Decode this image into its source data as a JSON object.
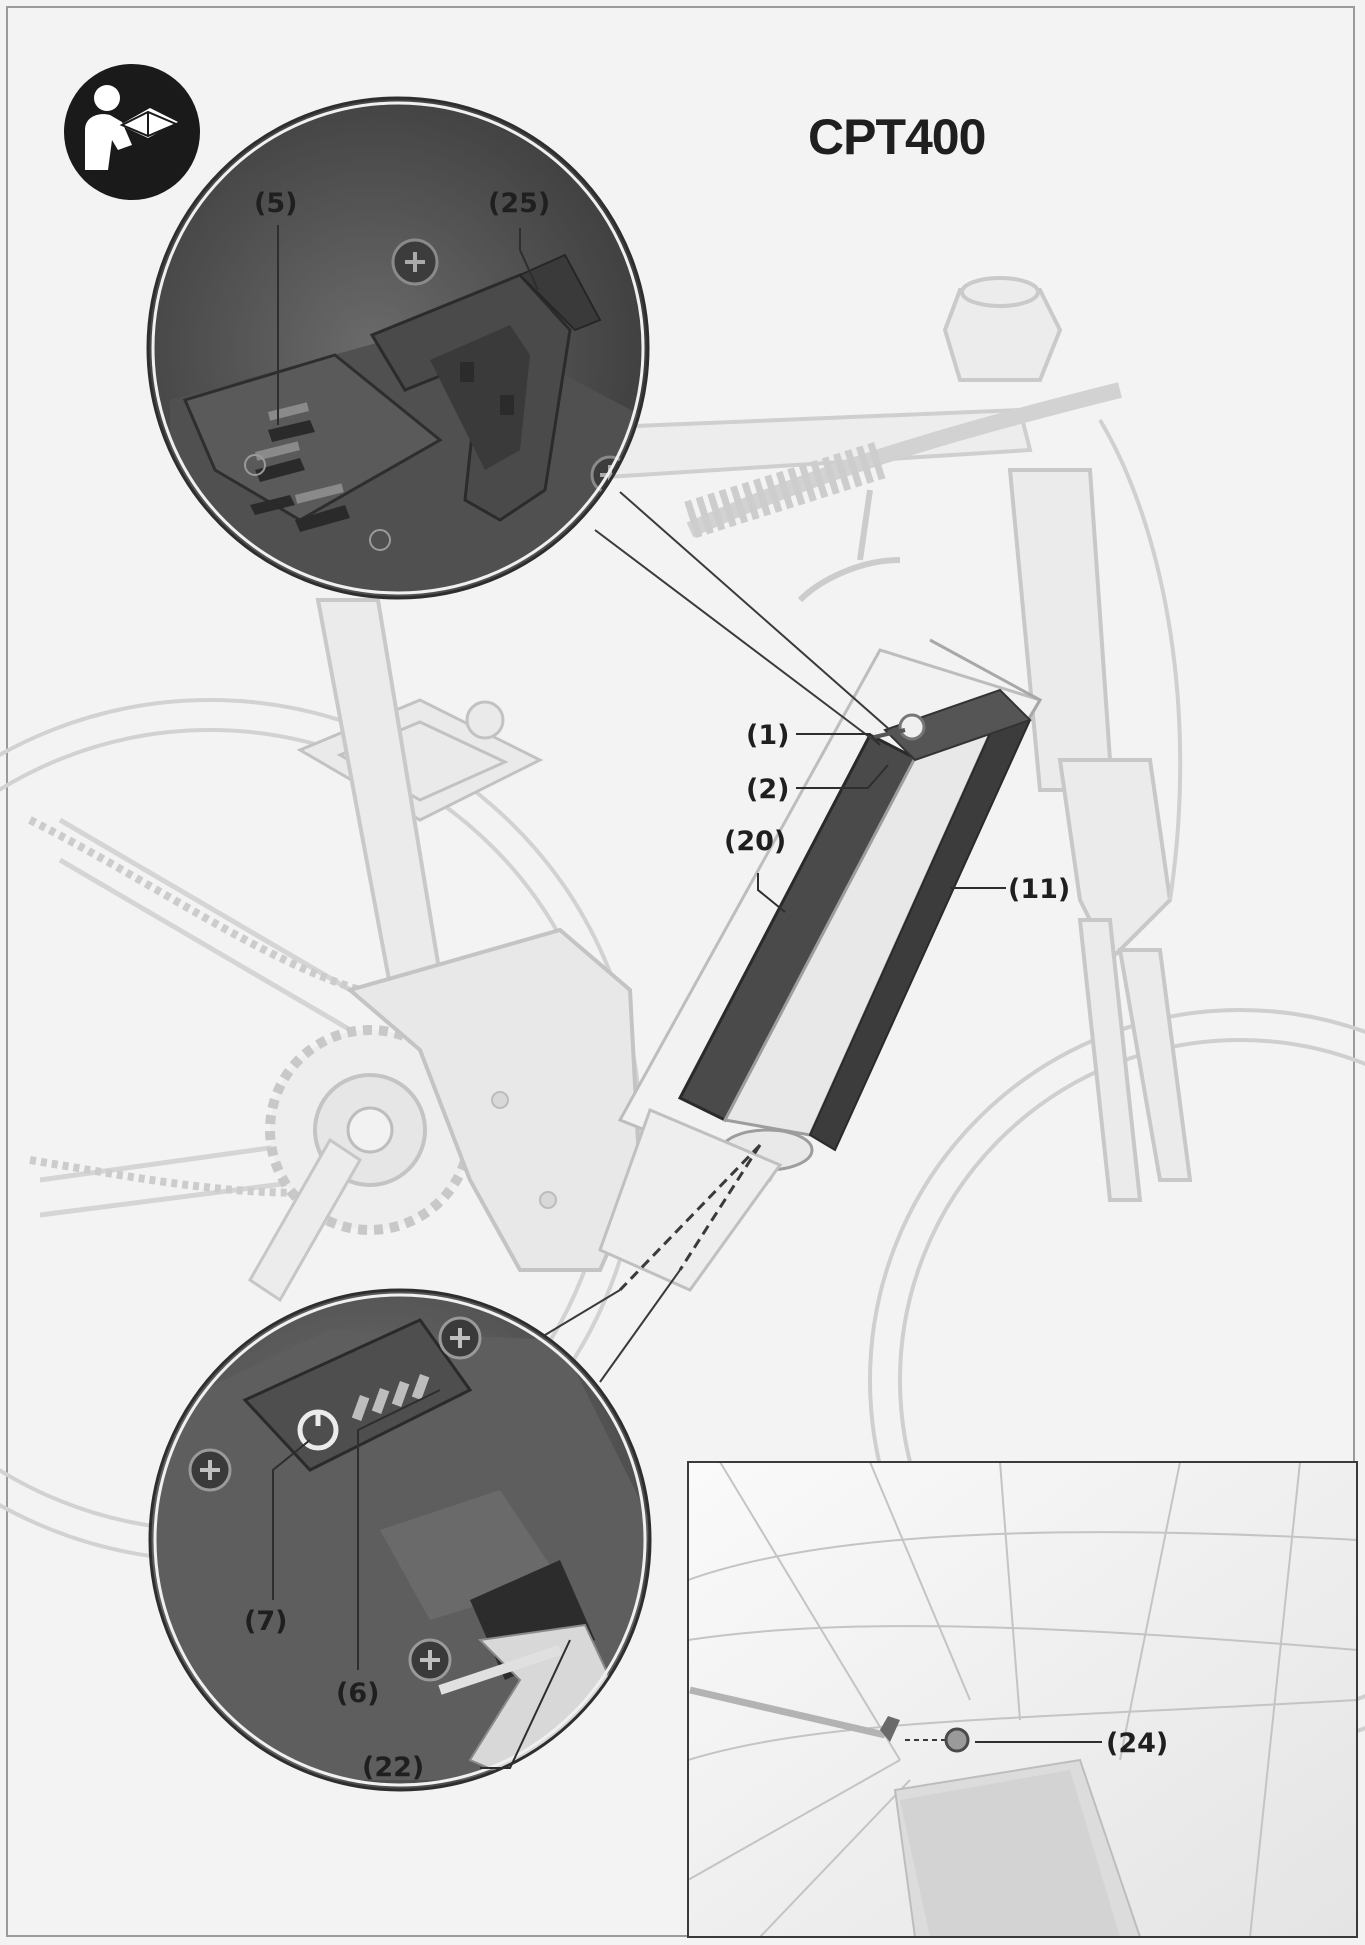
{
  "document": {
    "title": "CPT400"
  },
  "icons": {
    "manual": "read-manual-icon"
  },
  "callouts": {
    "c5": "(5)",
    "c25": "(25)",
    "c1": "(1)",
    "c2": "(2)",
    "c20": "(20)",
    "c11": "(11)",
    "c7": "(7)",
    "c6": "(6)",
    "c22": "(22)",
    "c24": "(24)"
  }
}
